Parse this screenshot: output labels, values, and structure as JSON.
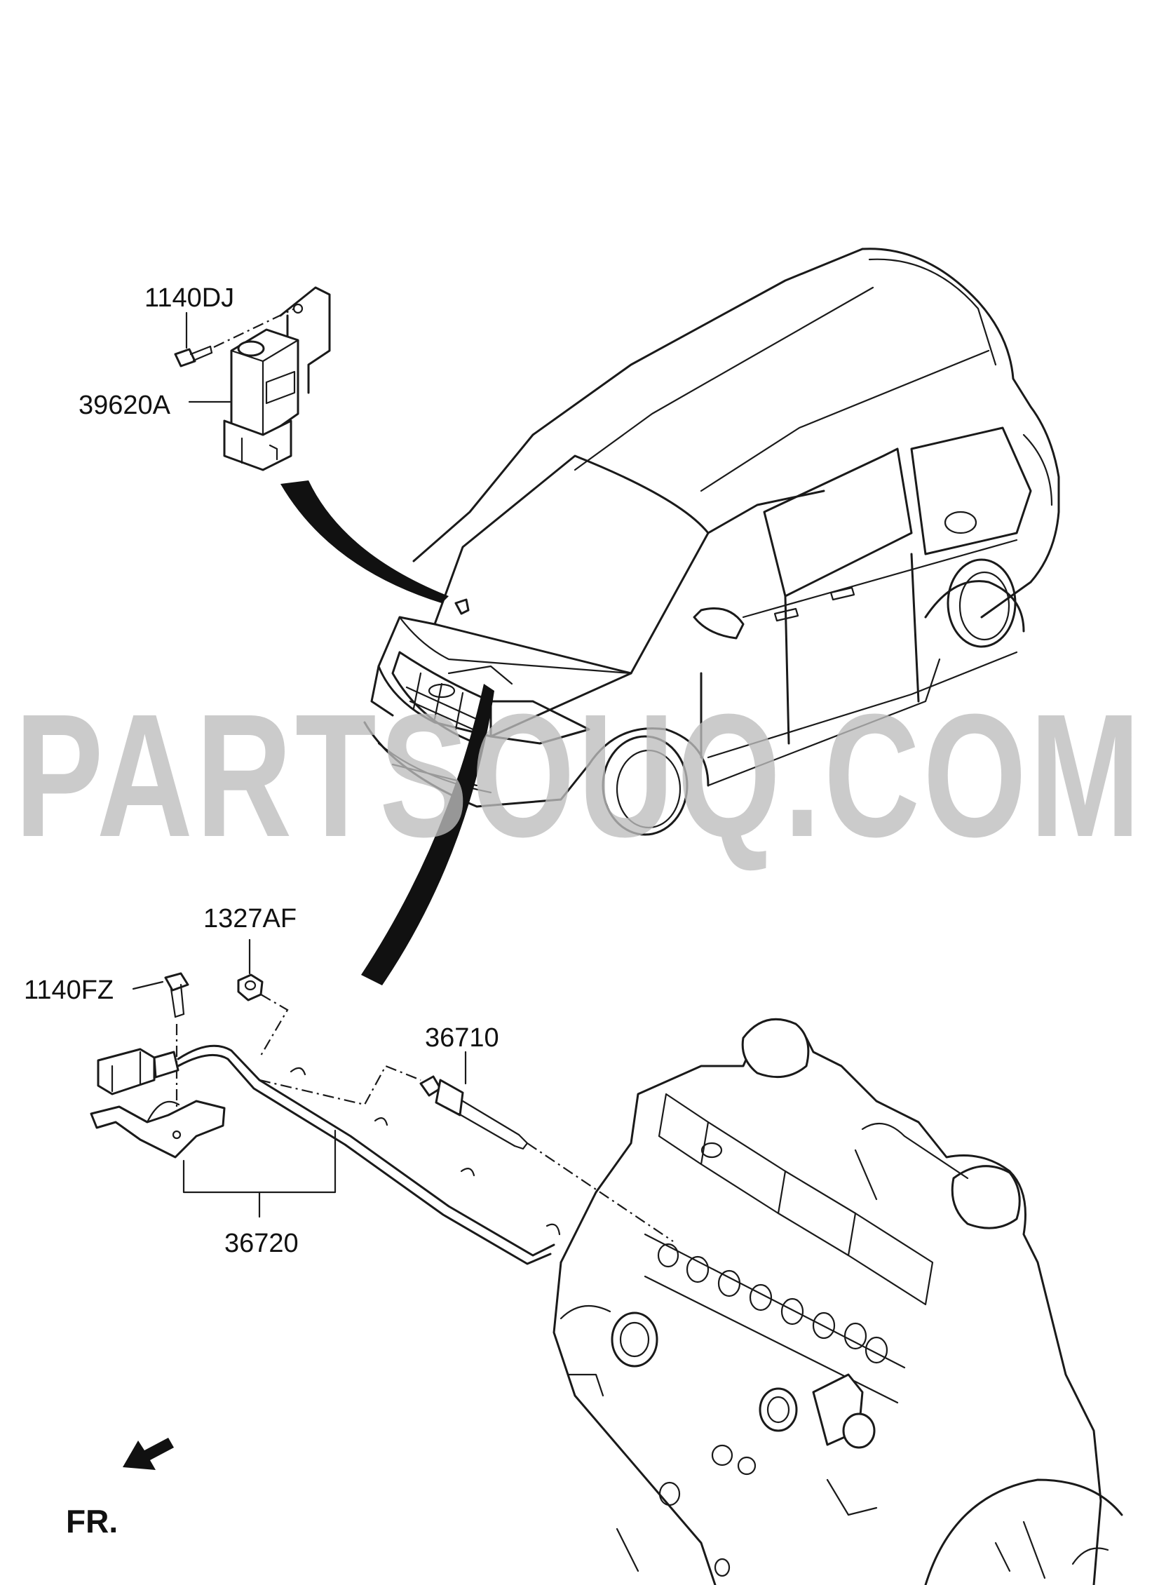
{
  "watermark": "PARTSOUQ.COM",
  "direction_label": "FR.",
  "parts": {
    "glow_control_unit": "39620A",
    "unit_bolt": "1140DJ",
    "nut": "1327AF",
    "harness_bolt": "1140FZ",
    "glow_plug": "36710",
    "glow_harness": "36720"
  }
}
